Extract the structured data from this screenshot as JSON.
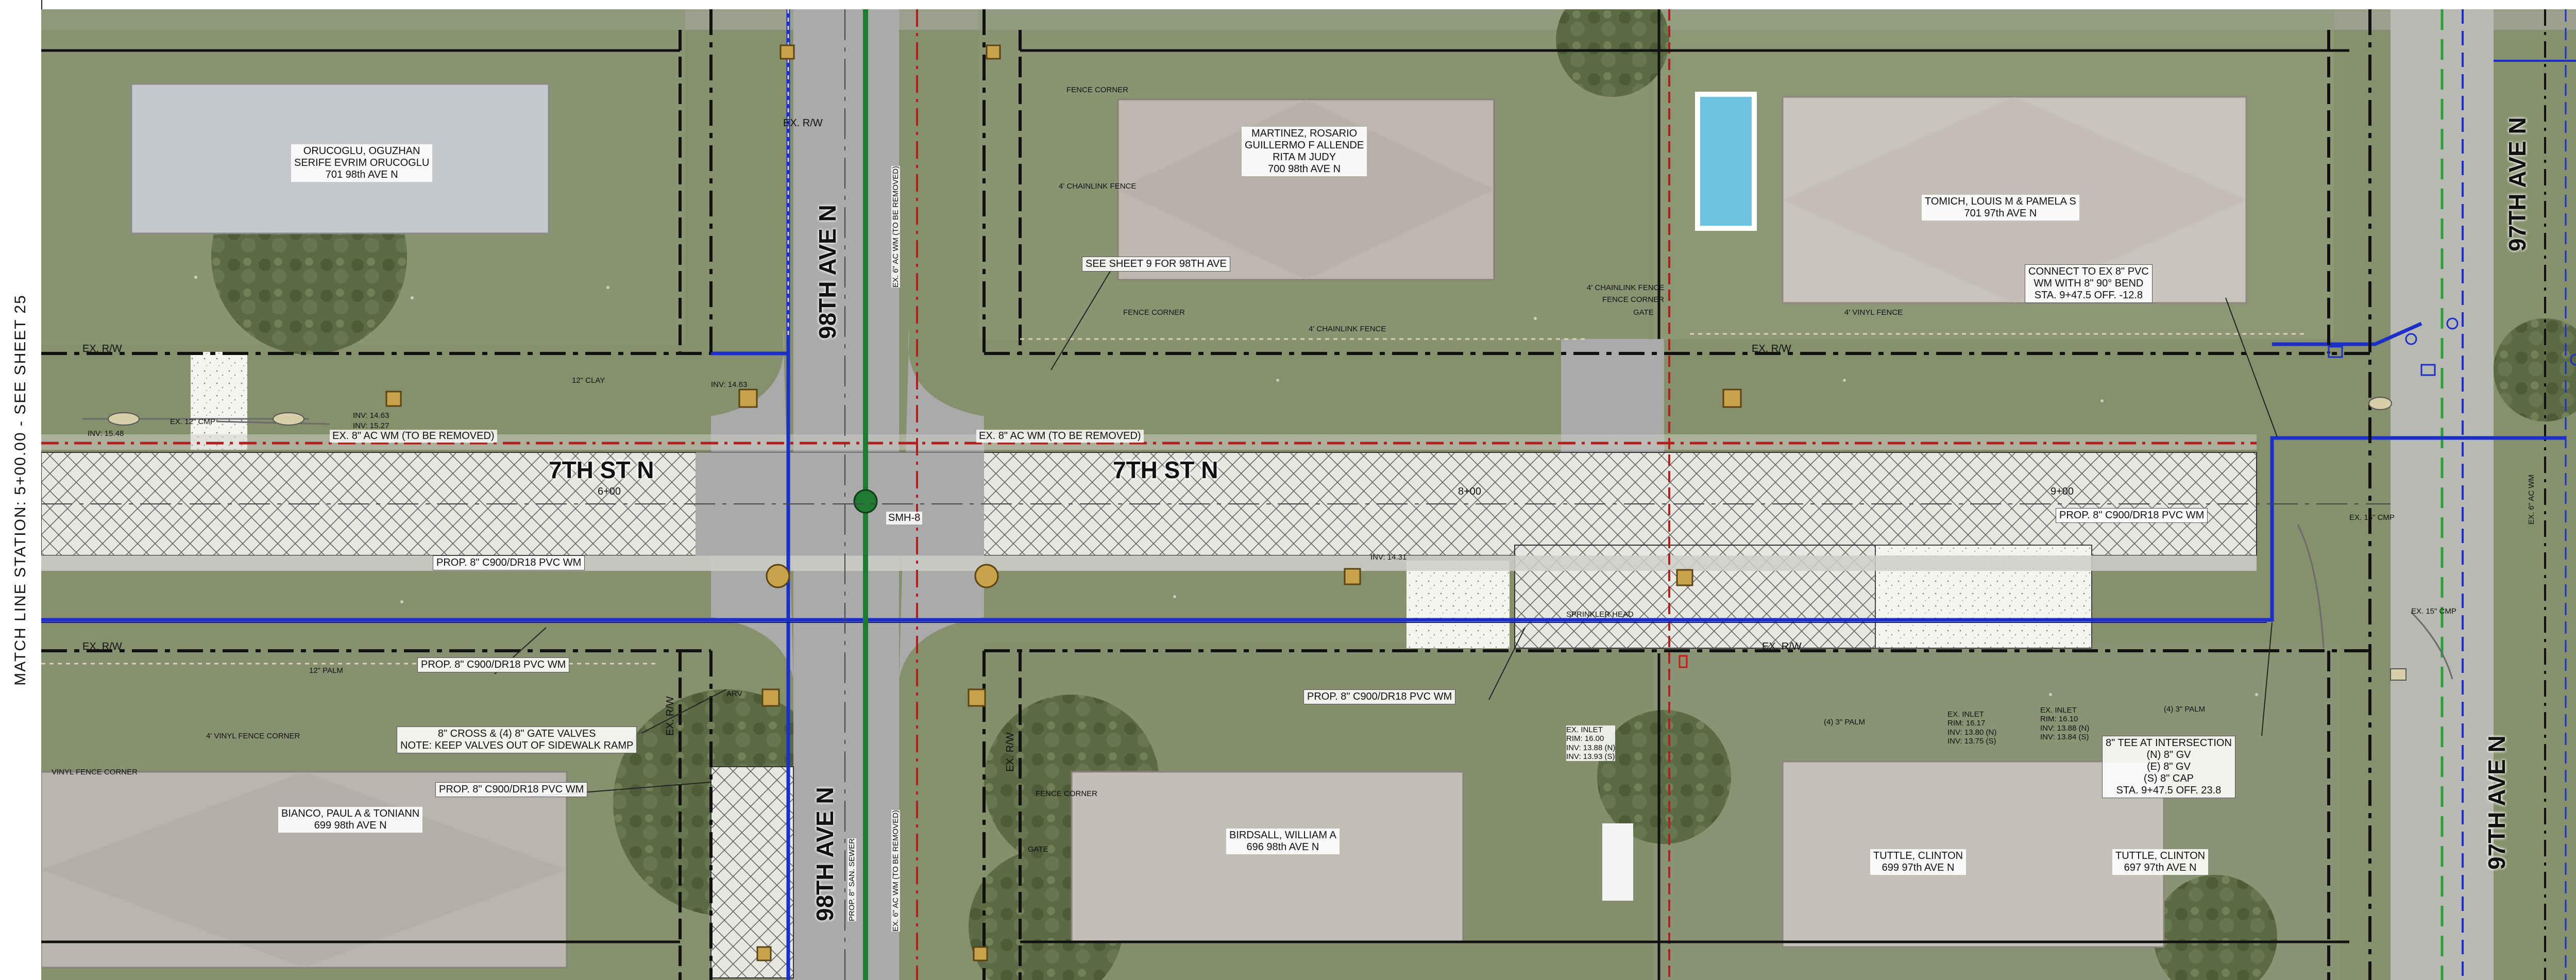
{
  "match_line": "MATCH LINE STATION: 5+00.00 - SEE SHEET 25",
  "streets": {
    "seventh_left": "7TH ST N",
    "seventh_right": "7TH ST N",
    "ave98_top": "98TH AVE N",
    "ave98_bottom": "98TH AVE N",
    "ave97_top": "97TH AVE N",
    "ave97_bottom": "97TH AVE N"
  },
  "owners": {
    "orucoglu": [
      "ORUCOGLU, OGUZHAN",
      "SERIFE EVRIM ORUCOGLU",
      "701 98th AVE N"
    ],
    "martinez": [
      "MARTINEZ, ROSARIO",
      "GUILLERMO F ALLENDE",
      "RITA M JUDY",
      "700 98th AVE N"
    ],
    "tomich": [
      "TOMICH, LOUIS M & PAMELA S",
      "701 97th AVE N"
    ],
    "bianco": [
      "BIANCO, PAUL A & TONIANN",
      "699 98th AVE N"
    ],
    "birdsall": [
      "BIRDSALL, WILLIAM A",
      "696 98th AVE N"
    ],
    "tuttle1": [
      "TUTTLE, CLINTON",
      "699 97th AVE N"
    ],
    "tuttle2": [
      "TUTTLE, CLINTON",
      "697 97th AVE N"
    ]
  },
  "notes": {
    "see_sheet": "SEE SHEET 9 FOR 98TH AVE",
    "connect": [
      "CONNECT TO EX 8\" PVC",
      "WM WITH 8\" 90° BEND",
      "STA. 9+47.5 OFF. -12.8"
    ],
    "tee": [
      "8\" TEE AT INTERSECTION",
      "(N) 8\" GV",
      "(E) 8\" GV",
      "(S) 8\" CAP",
      "STA. 9+47.5 OFF. 23.8"
    ],
    "cross": [
      "8\" CROSS & (4) 8\" GATE VALVES",
      "NOTE: KEEP VALVES OUT OF SIDEWALK RAMP"
    ],
    "prop_wm_1": "PROP. 8\" C900/DR18 PVC WM",
    "prop_wm_2": "PROP. 8\" C900/DR18 PVC WM",
    "prop_wm_3": "PROP. 8\" C900/DR18 PVC WM",
    "prop_wm_4": "PROP. 8\" C900/DR18 PVC WM",
    "prop_wm_5": "PROP. 8\" C900/DR18 PVC WM",
    "ex_ac_left": "EX. 8\" AC WM (TO BE REMOVED)",
    "ex_ac_right": "EX. 8\" AC WM (TO BE REMOVED)",
    "ex_ac_98_top": "EX. 6\" AC WM (TO BE REMOVED)",
    "ex_ac_98_bottom": "EX. 6\" AC WM (TO BE REMOVED)",
    "ex_ac_97": "EX. 6\" AC WM",
    "ex_rw_1": "EX. R/W",
    "ex_rw_2": "EX. R/W",
    "ex_rw_3": "EX. R/W",
    "ex_rw_4": "EX. R/W",
    "ex_rw_5": "EX. R/W",
    "ex_rw_98a": "EX. R/W",
    "ex_rw_98b": "EX. R/W",
    "smh": "SMH-8",
    "sewer": "PROP. 8\" SAN. SEWER",
    "chainlink_1": "4' CHAINLINK FENCE",
    "chainlink_2": "4' CHAINLINK FENCE",
    "chainlink_3": "4' CHAINLINK FENCE",
    "fence_corner_1": "FENCE CORNER",
    "fence_corner_2": "FENCE CORNER",
    "fence_corner_3": "FENCE CORNER",
    "fence_corner_4": "FENCE CORNER",
    "vinyl_fence": "4' VINYL FENCE",
    "vinyl_corner_1": "4' VINYL FENCE CORNER",
    "vinyl_corner_2": "VINYL FENCE CORNER",
    "gate_1": "GATE",
    "gate_2": "GATE",
    "sprinkler": "SPRINKLER HEAD",
    "arv": "ARV",
    "palm_1": "12\" PALM",
    "palm_2": "(4) 3\" PALM",
    "palm_3": "(4) 3\" PALM",
    "cmp_1": "EX. 12\" CMP",
    "cmp_2": "EX. 15\" CMP",
    "cmp_3": "EX. 15\" CMP",
    "clay": "12\" CLAY",
    "inlet_1": [
      "EX. INLET",
      "RIM: 16.17",
      "INV: 13.80 (N)",
      "INV: 13.75 (S)"
    ],
    "inlet_2": [
      "EX. INLET",
      "RIM: 16.10",
      "INV: 13.88 (N)",
      "INV: 13.84 (S)"
    ],
    "inlet_3": [
      "EX. INLET",
      "RIM: 16.00",
      "INV: 13.88 (N)",
      "INV: 13.93 (S)"
    ],
    "inv_1": "INV: 14.63",
    "inv_2": "INV: 15.27",
    "inv_3": "INV: 15.48",
    "inv_4": "INV: 14.63",
    "inv_5": "INV: 14.31",
    "station_a": "6+00",
    "station_b": "8+00",
    "station_c": "9+00"
  },
  "colors": {
    "water_main": "#1c2fc9",
    "removed_main": "#b02020",
    "sewer": "#1f7a32",
    "row_line": "#111111",
    "grass": "#86906c",
    "roof": "#c9c4bd",
    "pool": "#6cc2e0",
    "valve": "#c9a34a"
  }
}
